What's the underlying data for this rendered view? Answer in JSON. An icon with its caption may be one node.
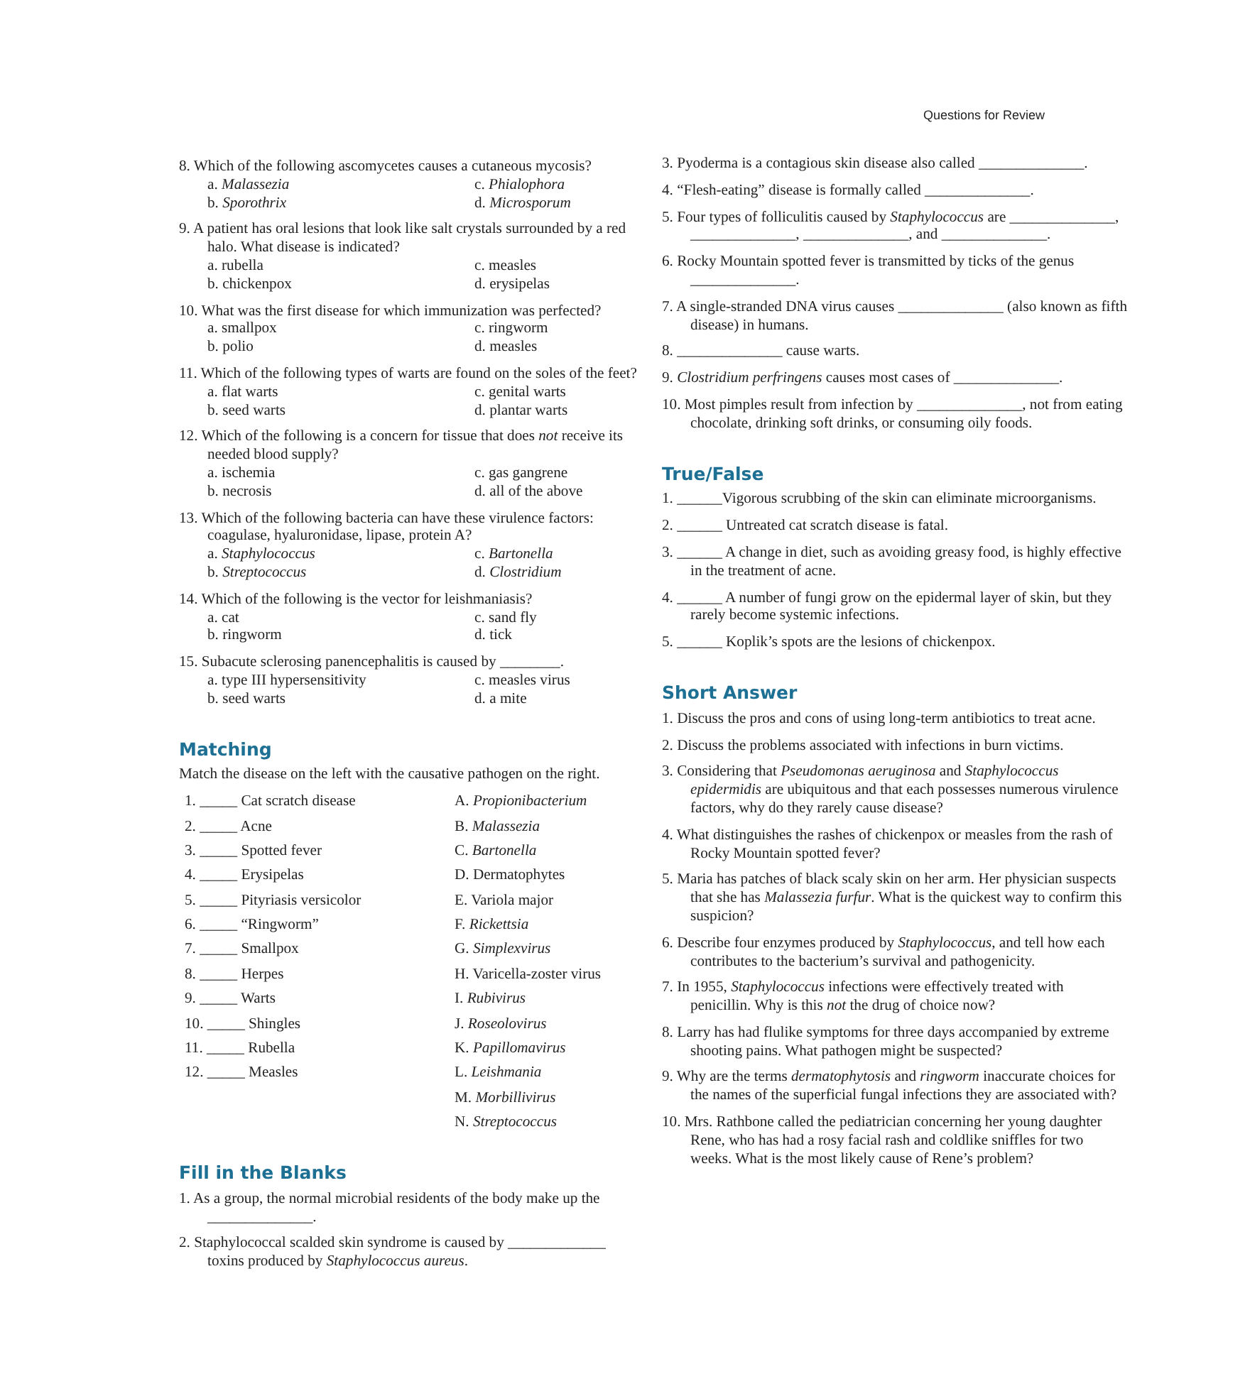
{
  "diagram": {
    "labels": [
      "Questions for Review",
      "8. Which of the following ascomycetes causes a cutaneous mycosis?",
      "a. *Malassezia*",
      "c. *Phialophora*",
      "b. *Sporothrix*",
      "d. *Microsporum*",
      "9. A patient has oral lesions that look like salt crystals surrounded by a red halo. What disease is indicated?",
      "a. rubella",
      "c. measles",
      "b. chickenpox",
      "d. erysipelas",
      "10. What was the first disease for which immunization was perfected?",
      "a. smallpox",
      "c. ringworm",
      "b. polio",
      "d. measles",
      "11. Which of the following types of warts are found on the soles of the feet?",
      "a. flat warts",
      "c. genital warts",
      "b. seed warts",
      "d. plantar warts",
      "12. Which of the following is a concern for tissue that does *not* receive its needed blood supply?",
      "a. ischemia",
      "c. gas gangrene",
      "b. necrosis",
      "d. all of the above",
      "13. Which of the following bacteria can have these virulence factors: coagulase, hyaluronidase, lipase, protein A?",
      "a. *Staphylococcus*",
      "c. *Bartonella*",
      "b. *Streptococcus*",
      "d. *Clostridium*",
      "14. Which of the following is the vector for leishmaniasis?",
      "a. cat",
      "c. sand fly",
      "b. ringworm",
      "d. tick",
      "15. Subacute sclerosing panencephalitis is caused by ________.",
      "a. type III hypersensitivity",
      "c. measles virus",
      "b. seed warts",
      "d. a mite",
      "Matching",
      "Match the disease on the left with the causative pathogen on the right.",
      "1. _____ Cat scratch disease",
      "A. *Propionibacterium*",
      "2. _____ Acne",
      "B. *Malassezia*",
      "3. _____ Spotted fever",
      "C. *Bartonella*",
      "4. _____ Erysipelas",
      "D. Dermatophytes",
      "5. _____ Pityriasis versicolor",
      "E. Variola major",
      "6. _____ “Ringworm”",
      "F. *Rickettsia*",
      "7. _____ Smallpox",
      "G. *Simplexvirus*",
      "8. _____ Herpes",
      "H. Varicella-zoster virus",
      "9. _____ Warts",
      "I. *Rubivirus*",
      "10. _____ Shingles",
      "J. *Roseolovirus*",
      "11. _____ Rubella",
      "K. *Papillomavirus*",
      "12. _____ Measles",
      "L. *Leishmania*",
      "M. *Morbillivirus*",
      "N. *Streptococcus*",
      "Fill in the Blanks",
      "1. As a group, the normal microbial residents of the body make up the ______________.",
      "2. Staphylococcal scalded skin syndrome is caused by _____________ toxins produced by *Staphylococcus aureus*.",
      "3. Pyoderma is a contagious skin disease also called ______________.",
      "4. “Flesh-eating” disease is formally called ______________.",
      "5. Four types of folliculitis caused by *Staphylococcus* are ______________, ______________, ______________, and ______________.",
      "6. Rocky Mountain spotted fever is transmitted by ticks of the genus ______________.",
      "7. A single-stranded DNA virus causes ______________ (also known as fifth disease) in humans.",
      "8. ______________ cause warts.",
      "9. *Clostridium perfringens* causes most cases of ______________.",
      "10. Most pimples result from infection by ______________, not from eating chocolate, drinking soft drinks, or consuming oily foods.",
      "True/False",
      "1. ______Vigorous scrubbing of the skin can eliminate microorganisms.",
      "2. ______ Untreated cat scratch disease is fatal.",
      "3. ______ A change in diet, such as avoiding greasy food, is highly effective in the treatment of acne.",
      "4. ______ A number of fungi grow on the epidermal layer of skin, but they rarely become systemic infections.",
      "5. ______ Koplik’s spots are the lesions of chickenpox.",
      "Short Answer",
      "1. Discuss the pros and cons of using long-term antibiotics to treat acne.",
      "2. Discuss the problems associated with infections in burn victims.",
      "3. Considering that *Pseudomonas aeruginosa* and *Staphylococcus epidermidis* are ubiquitous and that each possesses numerous virulence factors, why do they rarely cause disease?",
      "4. What distinguishes the rashes of chickenpox or measles from the rash of Rocky Mountain spotted fever?",
      "5. Maria has patches of black scaly skin on her arm. Her physician suspects that she has *Malassezia furfur*. What is the quickest way to confirm this suspicion?",
      "6. Describe four enzymes produced by *Staphylococcus*, and tell how each contributes to the bacterium’s survival and pathogenicity.",
      "7. In 1955, *Staphylococcus* infections were effectively treated with penicillin. Why is this *not* the drug of choice now?",
      "8. Larry has had flulike symptoms for three days accompanied by extreme shooting pains. What pathogen might be suspected?",
      "9. Why are the terms *dermatophytosis* and *ringworm* inaccurate choices for the names of the superficial fungal infections they are associated with?",
      "10. Mrs. Rathbone called the pediatrician concerning her young daughter Rene, who has had a rosy facial rash and coldlike sniffles for two weeks. What is the most likely cause of Rene’s problem?"
    ]
  }
}
